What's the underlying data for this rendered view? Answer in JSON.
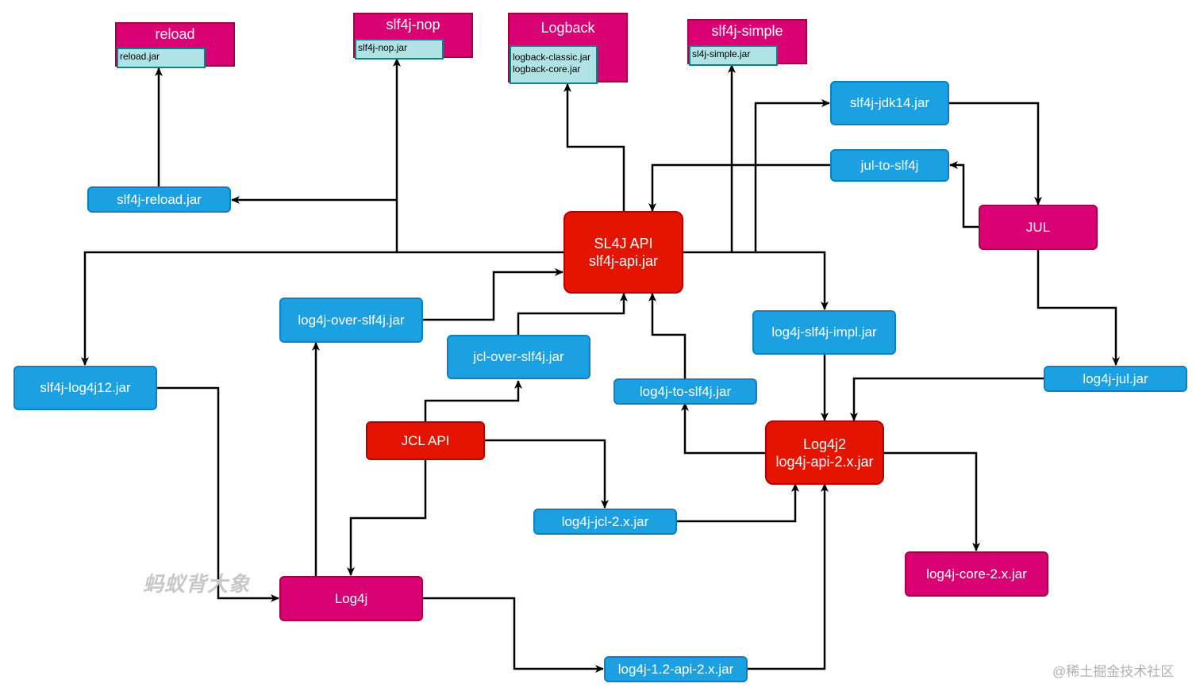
{
  "packages": {
    "reload": {
      "title": "reload",
      "jars": [
        "reload.jar"
      ]
    },
    "nop": {
      "title": "slf4j-nop",
      "jars": [
        "slf4j-nop.jar"
      ]
    },
    "logback": {
      "title": "Logback",
      "jars": [
        "logback-classic.jar",
        "logback-core.jar"
      ]
    },
    "simple": {
      "title": "slf4j-simple",
      "jars": [
        "sl4j-simple.jar"
      ]
    }
  },
  "nodes": {
    "slf4j_reload_jar": "slf4j-reload.jar",
    "slf4j_api_title": "SL4J API",
    "slf4j_api_jar": "slf4j-api.jar",
    "slf4j_jdk14": "slf4j-jdk14.jar",
    "jul_to_slf4j": "jul-to-slf4j",
    "jul": "JUL",
    "log4j_over_slf4j": "log4j-over-slf4j.jar",
    "jcl_over_slf4j": "jcl-over-slf4j.jar",
    "log4j_slf4j_impl": "log4j-slf4j-impl.jar",
    "slf4j_log4j12": "slf4j-log4j12.jar",
    "log4j_to_slf4j": "log4j-to-slf4j.jar",
    "log4j_jul": "log4j-jul.jar",
    "jcl_api": "JCL API",
    "log4j2_title": "Log4j2",
    "log4j2_jar": "log4j-api-2.x.jar",
    "log4j_jcl": "log4j-jcl-2.x.jar",
    "log4j_core": "log4j-core-2.x.jar",
    "log4j": "Log4j",
    "log4j_12_api": "log4j-1.2-api-2.x.jar"
  },
  "watermarks": {
    "left": "蚂蚁背大象",
    "right": "@稀土掘金技术社区"
  },
  "colors": {
    "blue": "#1ba1e2",
    "magenta": "#d80073",
    "red": "#e51400",
    "jar_fill": "#b0e3e6",
    "edge": "#000000"
  }
}
